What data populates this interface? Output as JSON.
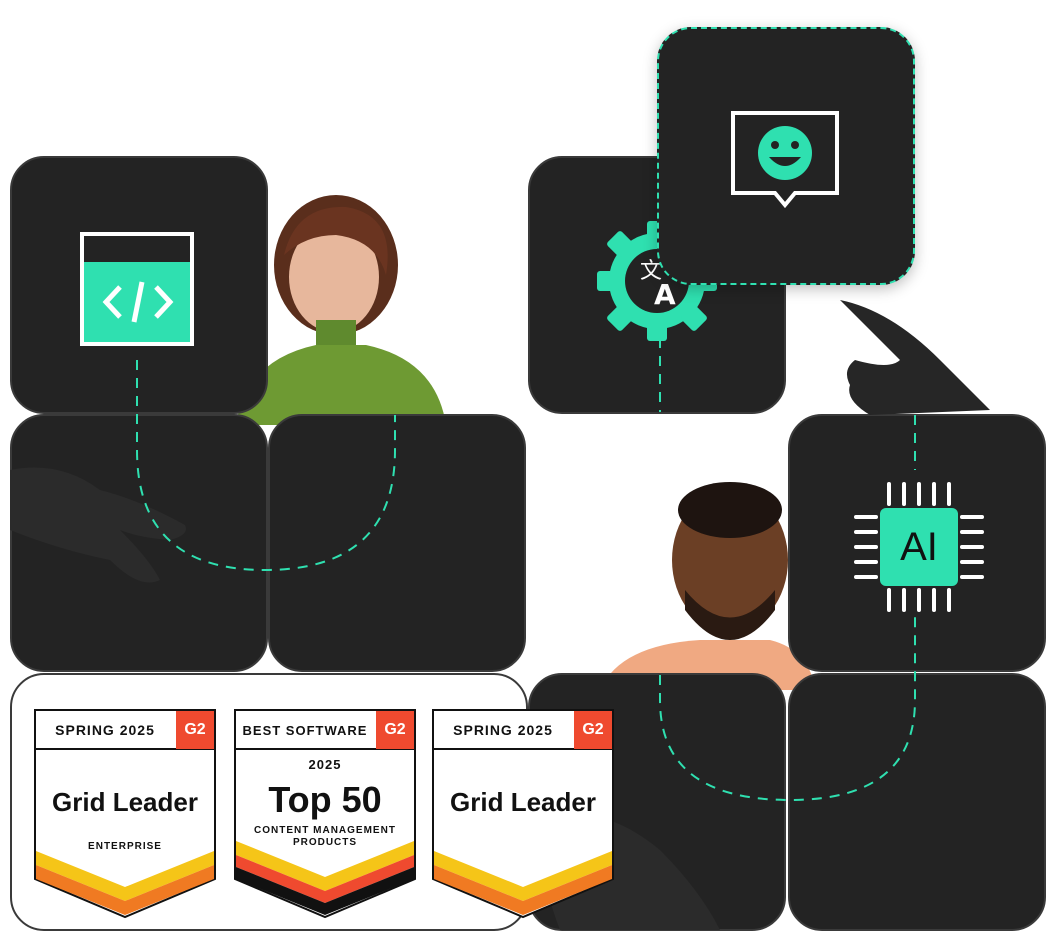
{
  "icons": {
    "code": "code-window-icon",
    "translate": "translate-gear-icon",
    "chat": "smiley-chat-icon",
    "ai": "ai-chip-icon"
  },
  "ai_chip_label": "AI",
  "colors": {
    "accent": "#2fe0b0",
    "tile": "#232323",
    "g2_red": "#ef4a2f",
    "stripe_yellow": "#f5c518",
    "stripe_orange": "#f07a22"
  },
  "badges": [
    {
      "header": "SPRING 2025",
      "logo": "G2",
      "main": "Grid Leader",
      "sub": "ENTERPRISE"
    },
    {
      "header": "BEST SOFTWARE",
      "logo": "G2",
      "year": "2025",
      "main": "Top 50",
      "sub": "CONTENT MANAGEMENT PRODUCTS"
    },
    {
      "header": "SPRING 2025",
      "logo": "G2",
      "main": "Grid Leader"
    }
  ]
}
